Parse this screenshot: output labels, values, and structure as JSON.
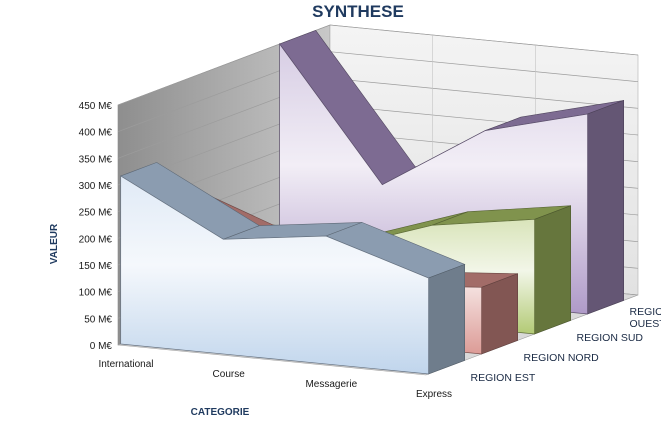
{
  "chart_data": {
    "type": "area",
    "subtype": "3d-area",
    "title": "SYNTHESE",
    "xlabel": "CATEGORIE",
    "ylabel": "VALEUR",
    "categories": [
      "International",
      "Course",
      "Messagerie",
      "Express"
    ],
    "y_ticks": [
      "0 M€",
      "50 M€",
      "100 M€",
      "150 M€",
      "200 M€",
      "250 M€",
      "300 M€",
      "350 M€",
      "400 M€",
      "450 M€"
    ],
    "ylim": [
      0,
      450
    ],
    "unit": "M€",
    "grid": true,
    "series": [
      {
        "name": "REGION EST",
        "name_lines": [
          "REGION EST"
        ],
        "values": [
          315,
          215,
          240,
          180
        ],
        "color": "#b9d0ea"
      },
      {
        "name": "REGION NORD",
        "name_lines": [
          "REGION NORD"
        ],
        "values": [
          215,
          145,
          110,
          125
        ],
        "color": "#d8908a"
      },
      {
        "name": "REGION SUD",
        "name_lines": [
          "REGION SUD"
        ],
        "values": [
          125,
          120,
          185,
          215
        ],
        "color": "#aac466"
      },
      {
        "name": "REGION OUEST",
        "name_lines": [
          "REGION",
          "OUEST"
        ],
        "values": [
          450,
          205,
          325,
          375
        ],
        "color": "#a68fc2"
      }
    ]
  }
}
